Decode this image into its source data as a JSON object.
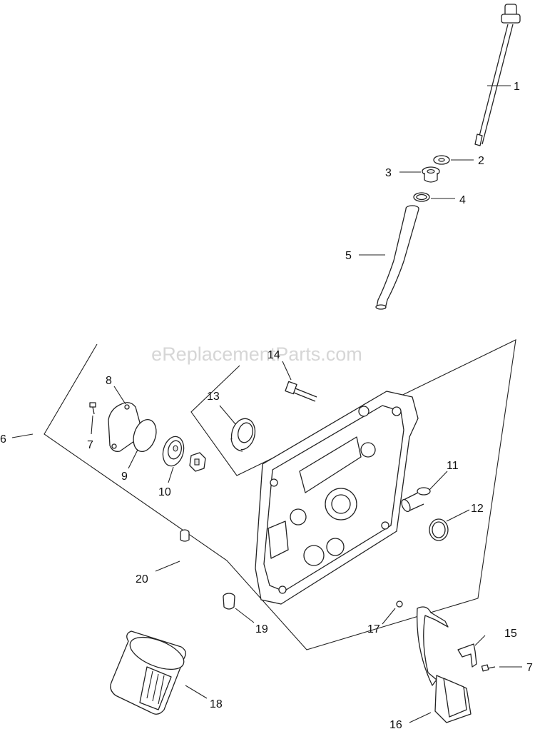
{
  "watermark": "eReplacementParts.com",
  "callouts": [
    "1",
    "2",
    "3",
    "4",
    "5",
    "6",
    "7",
    "8",
    "9",
    "10",
    "11",
    "12",
    "13",
    "14",
    "15",
    "16",
    "17",
    "18",
    "19",
    "20",
    "7"
  ]
}
